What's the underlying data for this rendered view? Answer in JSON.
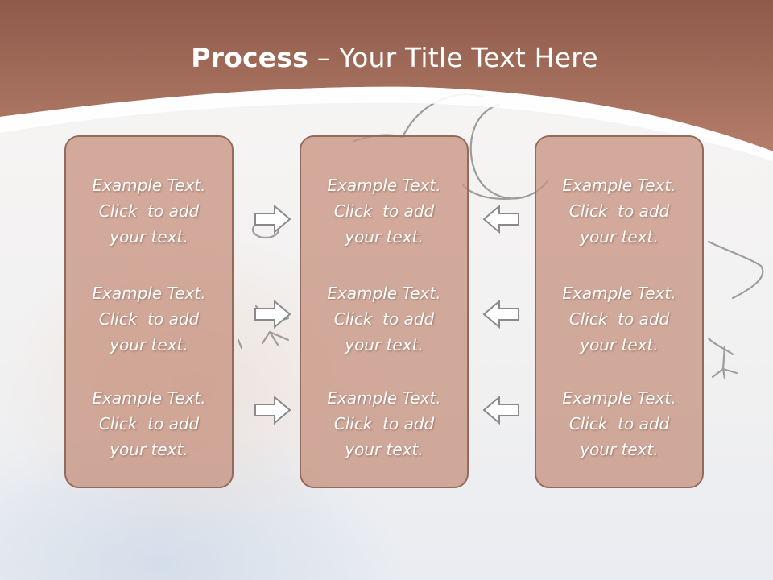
{
  "slide": {
    "title_strong": "Process",
    "title_rest": " – Your Title Text Here",
    "colors": {
      "band": "#a86f5d",
      "box_fill": "#c7927e",
      "box_border": "#946a5c",
      "arrow": "#888888"
    }
  },
  "columns": [
    {
      "blocks": [
        {
          "line1": "Example Text.",
          "line2": "Click  to add",
          "line3": "your text."
        },
        {
          "line1": "Example Text.",
          "line2": "Click  to add",
          "line3": "your text."
        },
        {
          "line1": "Example Text.",
          "line2": "Click  to add",
          "line3": "your text."
        }
      ]
    },
    {
      "blocks": [
        {
          "line1": "Example Text.",
          "line2": "Click  to add",
          "line3": "your text."
        },
        {
          "line1": "Example Text.",
          "line2": "Click  to add",
          "line3": "your text."
        },
        {
          "line1": "Example Text.",
          "line2": "Click  to add",
          "line3": "your text."
        }
      ]
    },
    {
      "blocks": [
        {
          "line1": "Example Text.",
          "line2": "Click  to add",
          "line3": "your text."
        },
        {
          "line1": "Example Text.",
          "line2": "Click  to add",
          "line3": "your text."
        },
        {
          "line1": "Example Text.",
          "line2": "Click  to add",
          "line3": "your text."
        }
      ]
    }
  ],
  "arrows": {
    "left_group": "right-arrow-icon",
    "right_group": "left-arrow-icon"
  }
}
